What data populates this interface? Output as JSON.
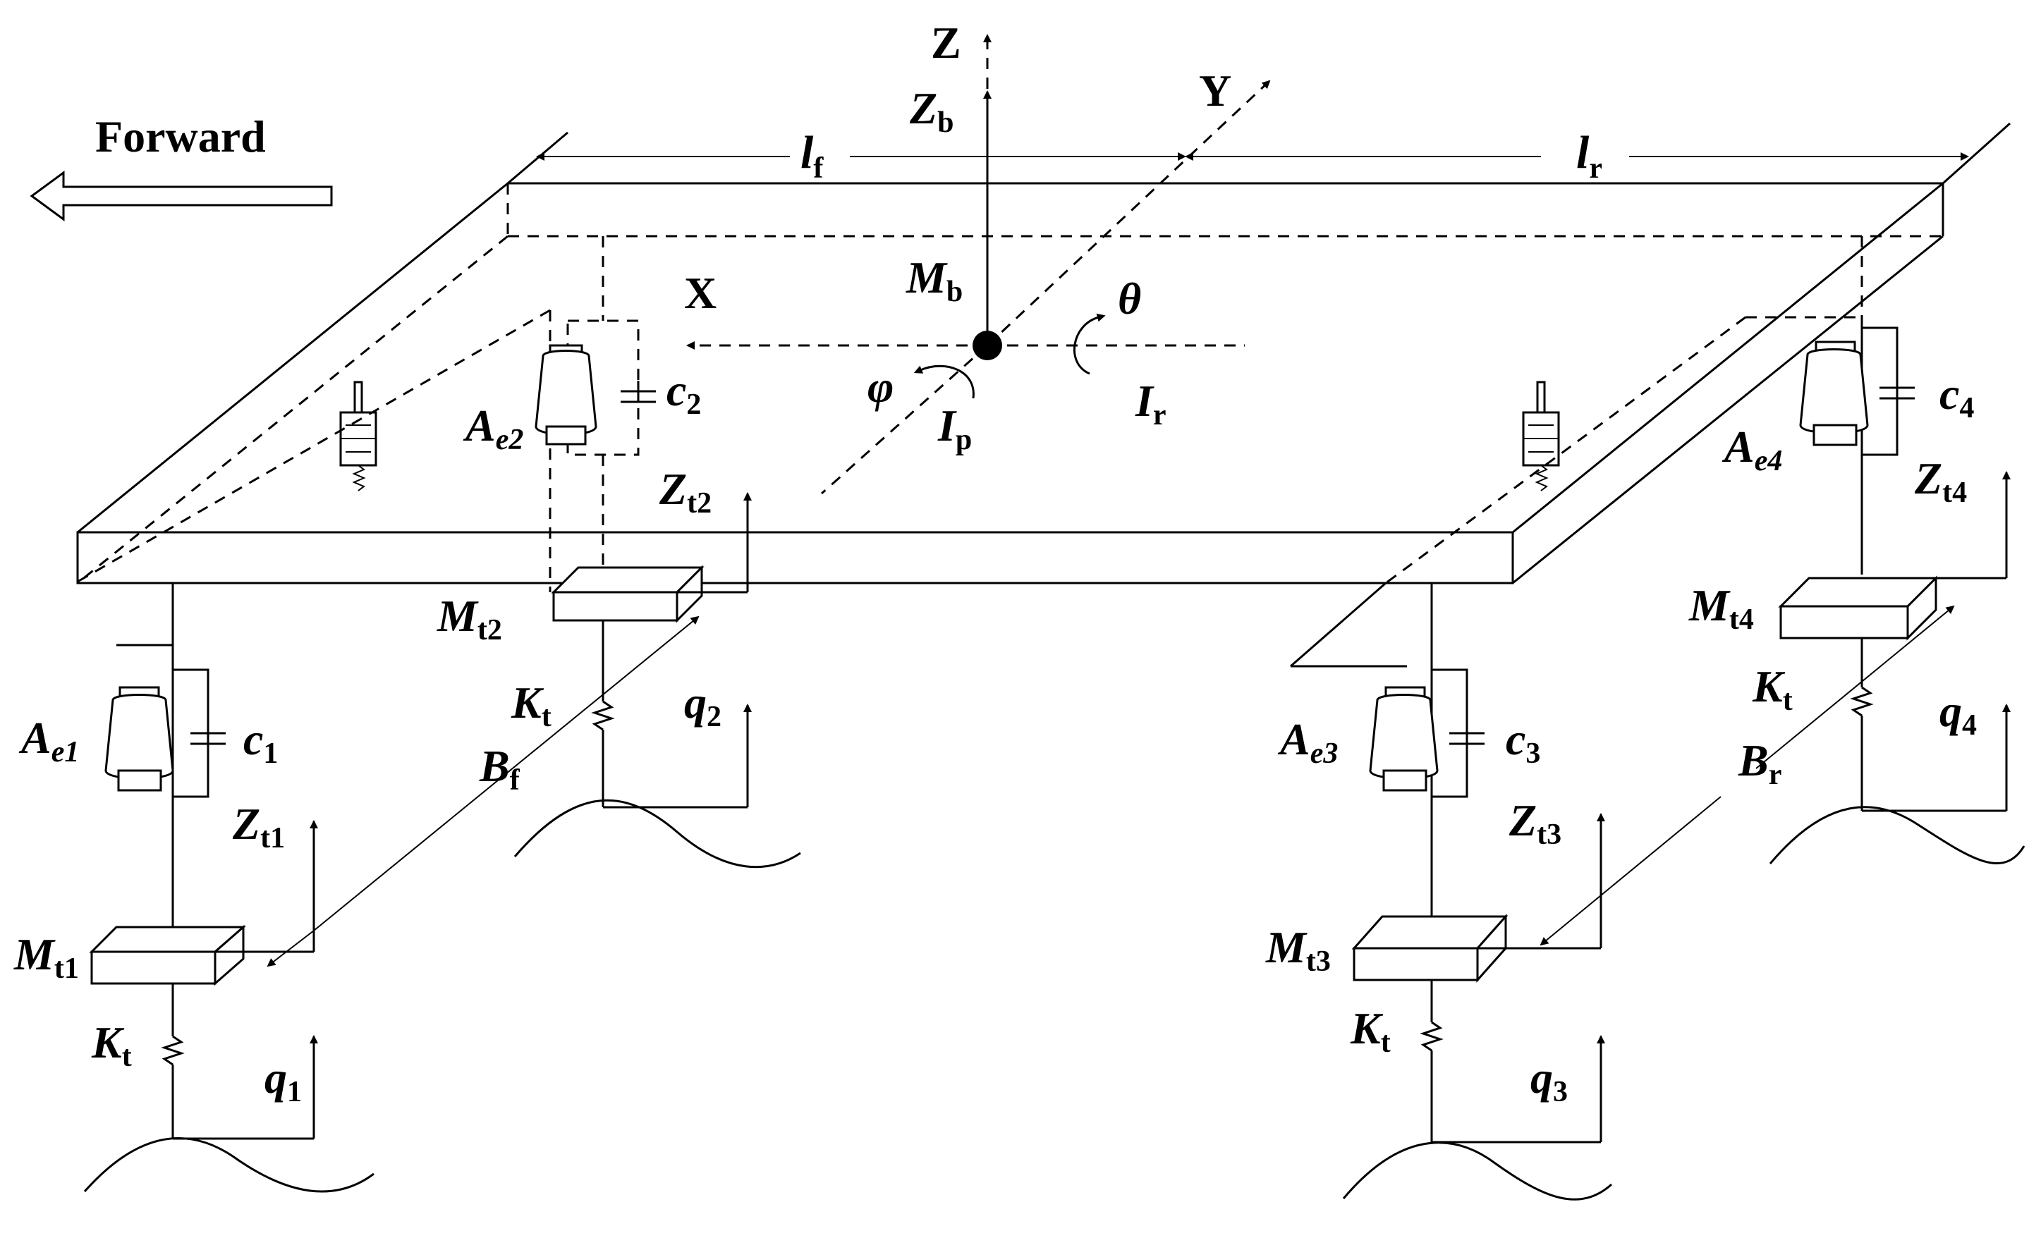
{
  "title": "",
  "direction": {
    "label": "Forward"
  },
  "axes": {
    "z": "Z",
    "y": "Y",
    "x": "X",
    "zb": {
      "base": "Z",
      "sub": "b"
    },
    "theta": "θ",
    "phi": "φ"
  },
  "dims": {
    "lf": {
      "base": "l",
      "sub": "f"
    },
    "lr": {
      "base": "l",
      "sub": "r"
    },
    "bf": {
      "base": "B",
      "sub": "f"
    },
    "br": {
      "base": "B",
      "sub": "r"
    }
  },
  "body": {
    "mass": {
      "base": "M",
      "sub": "b"
    },
    "ip": {
      "base": "I",
      "sub": "p"
    },
    "ir": {
      "base": "I",
      "sub": "r"
    }
  },
  "corners": [
    {
      "ae": {
        "base": "A",
        "sub": "e1"
      },
      "c": {
        "base": "c",
        "sub": "1"
      },
      "zt": {
        "base": "Z",
        "sub": "t1"
      },
      "mt": {
        "base": "M",
        "sub": "t1"
      },
      "kt": {
        "base": "K",
        "sub": "t"
      },
      "q": {
        "base": "q",
        "sub": "1"
      }
    },
    {
      "ae": {
        "base": "A",
        "sub": "e2"
      },
      "c": {
        "base": "c",
        "sub": "2"
      },
      "zt": {
        "base": "Z",
        "sub": "t2"
      },
      "mt": {
        "base": "M",
        "sub": "t2"
      },
      "kt": {
        "base": "K",
        "sub": "t"
      },
      "q": {
        "base": "q",
        "sub": "2"
      }
    },
    {
      "ae": {
        "base": "A",
        "sub": "e3"
      },
      "c": {
        "base": "c",
        "sub": "3"
      },
      "zt": {
        "base": "Z",
        "sub": "t3"
      },
      "mt": {
        "base": "M",
        "sub": "t3"
      },
      "kt": {
        "base": "K",
        "sub": "t"
      },
      "q": {
        "base": "q",
        "sub": "3"
      }
    },
    {
      "ae": {
        "base": "A",
        "sub": "e4"
      },
      "c": {
        "base": "c",
        "sub": "4"
      },
      "zt": {
        "base": "Z",
        "sub": "t4"
      },
      "mt": {
        "base": "M",
        "sub": "t4"
      },
      "kt": {
        "base": "K",
        "sub": "t"
      },
      "q": {
        "base": "q",
        "sub": "4"
      }
    }
  ]
}
